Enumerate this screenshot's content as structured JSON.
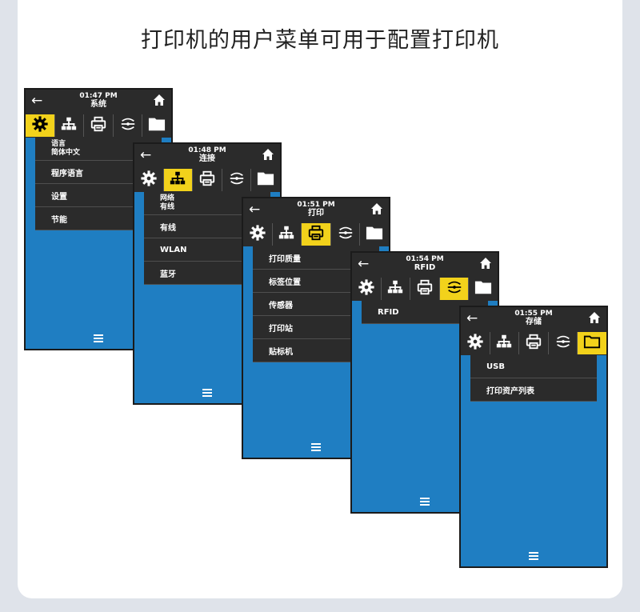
{
  "heading": "打印机的用户菜单可用于配置打印机",
  "screens": [
    {
      "time": "01:47 PM",
      "title": "系统",
      "active_tab": 0,
      "items": [
        {
          "line1": "语言",
          "line2": "简体中文"
        },
        {
          "line1": "程序语言"
        },
        {
          "line1": "设置"
        },
        {
          "line1": "节能"
        }
      ]
    },
    {
      "time": "01:48 PM",
      "title": "连接",
      "active_tab": 1,
      "items": [
        {
          "line1": "网络",
          "line2": "有线"
        },
        {
          "line1": "有线"
        },
        {
          "line1": "WLAN"
        },
        {
          "line1": "蓝牙"
        }
      ]
    },
    {
      "time": "01:51 PM",
      "title": "打印",
      "active_tab": 2,
      "items": [
        {
          "line1": "打印质量"
        },
        {
          "line1": "标签位置"
        },
        {
          "line1": "传感器"
        },
        {
          "line1": "打印站"
        },
        {
          "line1": "贴标机"
        }
      ]
    },
    {
      "time": "01:54 PM",
      "title": "RFID",
      "active_tab": 3,
      "items": [
        {
          "line1": "RFID"
        }
      ]
    },
    {
      "time": "01:55 PM",
      "title": "存储",
      "active_tab": 4,
      "items": [
        {
          "line1": "USB"
        },
        {
          "line1": "打印资产列表"
        }
      ]
    }
  ],
  "tab_icons": [
    "gear-icon",
    "network-icon",
    "printer-icon",
    "rfid-icon",
    "folder-icon"
  ],
  "colors": {
    "screen_blue": "#1f7ec2",
    "active_tab": "#f2d21b",
    "bar": "#2b2b2b"
  }
}
